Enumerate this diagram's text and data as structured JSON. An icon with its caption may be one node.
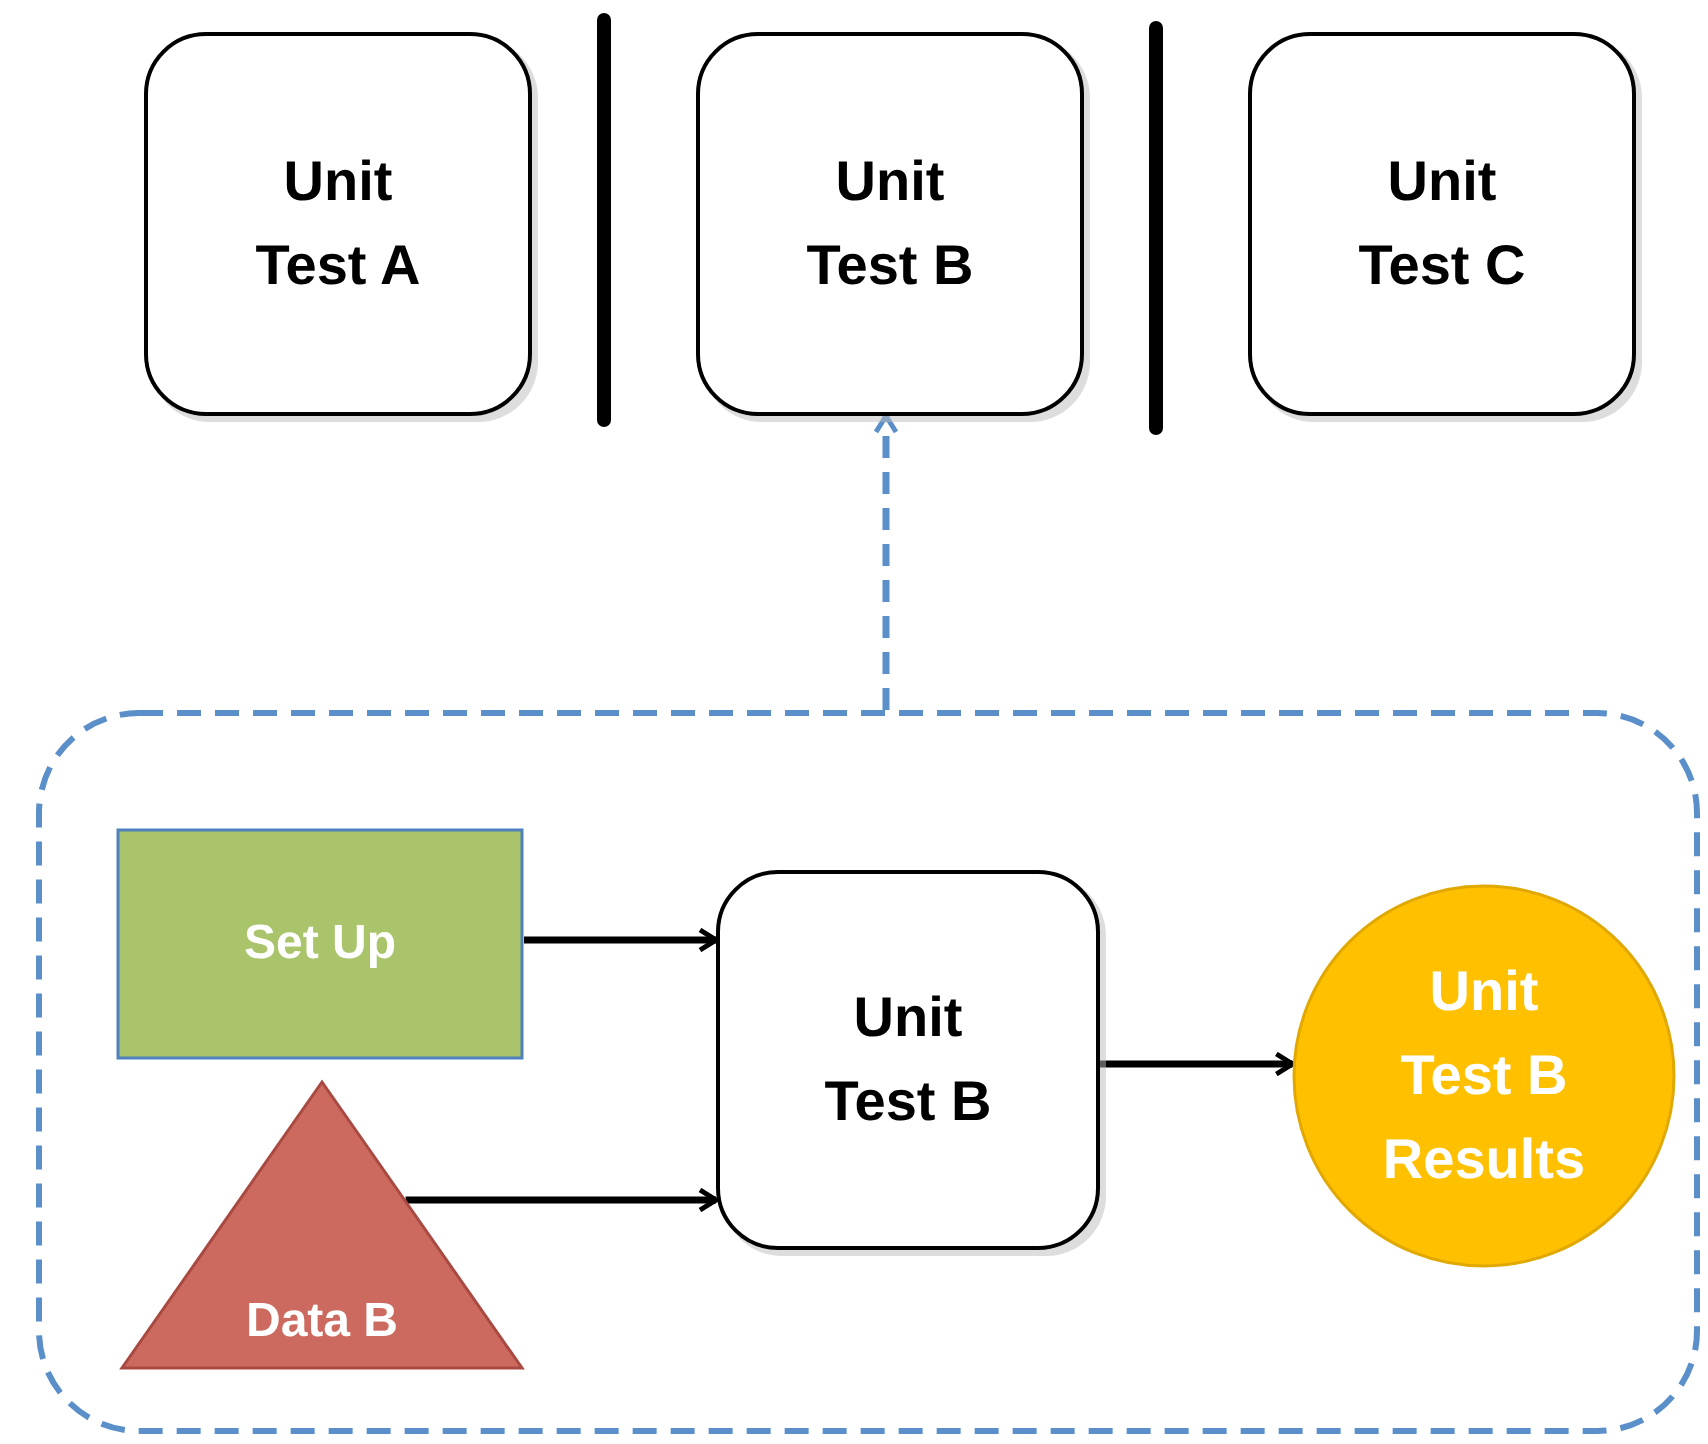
{
  "diagram": {
    "nodes": [
      {
        "text": [
          "Unit Test A"
        ]
      },
      {
        "text": [
          "Unit Test B"
        ]
      },
      {
        "text": [
          "Unit Test C"
        ]
      },
      {
        "text": [],
        "shape": "box"
      },
      {
        "text": [
          "Set Up"
        ],
        "in": 3
      },
      {
        "text": [
          "Data B"
        ],
        "in": 3
      },
      {
        "text": [
          "Unit Test B"
        ],
        "in": 3
      },
      {
        "text": [
          "Unit Test B Results"
        ],
        "in": 3
      }
    ],
    "edges": [
      {
        "from": 3,
        "to": 1,
        "arrow": "to",
        "style": "dashed",
        "color": "#5b8fc9"
      },
      {
        "from": 4,
        "to": 6,
        "arrow": "to"
      },
      {
        "from": 5,
        "to": 6,
        "arrow": "to"
      },
      {
        "from": 6,
        "to": 7,
        "arrow": "to"
      }
    ]
  }
}
